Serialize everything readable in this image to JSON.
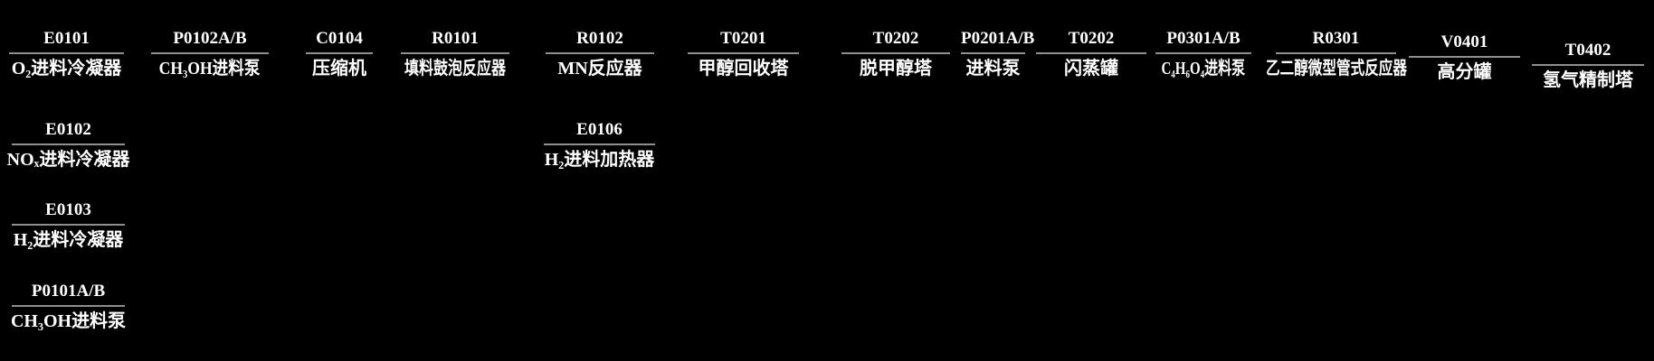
{
  "drawing": {
    "description": "Equipment tag list of a process flow diagram (CAD drawing excerpt)",
    "colors": {
      "background": "#000000",
      "text": "#ffffff",
      "underline": "#8f8f8f"
    },
    "labels": [
      {
        "tag": "E0101",
        "name": "O₂进料冷凝器"
      },
      {
        "tag": "P0102A/B",
        "name": "CH₃OH进料泵"
      },
      {
        "tag": "C0104",
        "name": "压缩机"
      },
      {
        "tag": "R0101",
        "name": "填料鼓泡反应器"
      },
      {
        "tag": "R0102",
        "name": "MN反应器"
      },
      {
        "tag": "T0201",
        "name": "甲醇回收塔"
      },
      {
        "tag": "T0202",
        "name": "脱甲醇塔"
      },
      {
        "tag": "P0201A/B",
        "name": "进料泵"
      },
      {
        "tag": "T0202",
        "name": "闪蒸罐"
      },
      {
        "tag": "P0301A/B",
        "name": "C₄H₆O₄进料泵"
      },
      {
        "tag": "R0301",
        "name": "乙二醇微型管式反应器"
      },
      {
        "tag": "V0401",
        "name": "高分罐"
      },
      {
        "tag": "T0402",
        "name": "氢气精制塔"
      },
      {
        "tag": "E0102",
        "name": "NOₓ进料冷凝器"
      },
      {
        "tag": "E0106",
        "name": "H₂进料加热器"
      },
      {
        "tag": "E0103",
        "name": "H₂进料冷凝器"
      },
      {
        "tag": "P0101A/B",
        "name": "CH₃OH进料泵"
      }
    ]
  }
}
